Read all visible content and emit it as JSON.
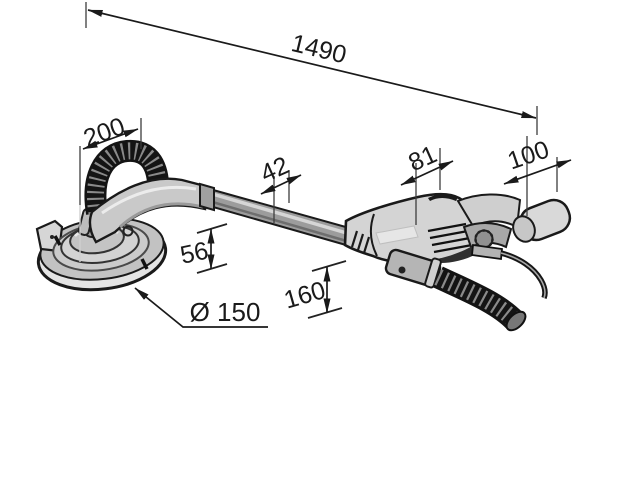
{
  "drawing": {
    "type": "technical-dimension-drawing",
    "subject": "long-neck drywall sander side view",
    "colors": {
      "background": "#ffffff",
      "outline": "#1a1a1a",
      "body_light": "#d4d4d4",
      "body_mid": "#c2c2c2",
      "tube_gray": "#9c9c9c",
      "hose_black": "#141414",
      "rib_gray": "#8a8a8a",
      "pad_rim": "#e4e4e4"
    },
    "dimensions": {
      "overall_length": {
        "label": "1490"
      },
      "head_width": {
        "label": "200"
      },
      "tube_diameter": {
        "label": "42"
      },
      "housing_width": {
        "label": "81"
      },
      "handle_length": {
        "label": "100"
      },
      "neck_offset": {
        "label": "56"
      },
      "housing_height": {
        "label": "160"
      },
      "disc_diameter": {
        "label": "Ø 150"
      }
    }
  }
}
